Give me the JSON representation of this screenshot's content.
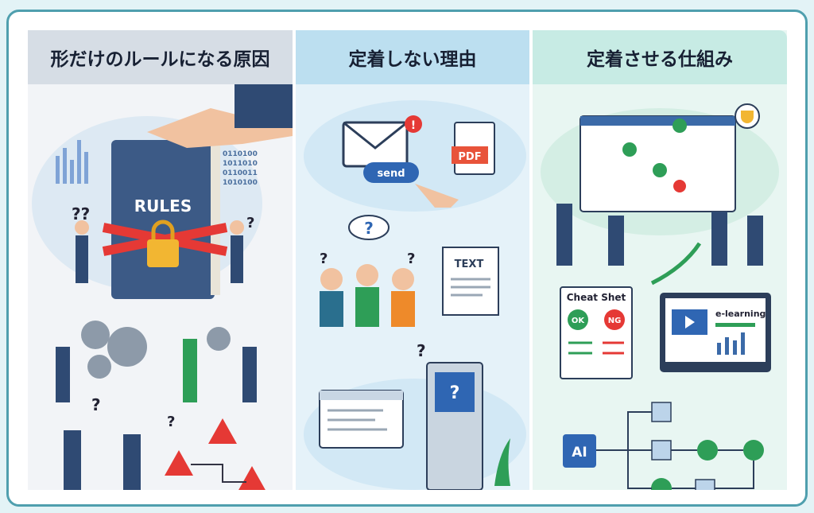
{
  "columns": [
    {
      "title": "形だけのルールになる原因",
      "book_label": "RULES",
      "binary": [
        "0110100",
        "1011010",
        "0110011",
        "1010100"
      ]
    },
    {
      "title": "定着しない理由",
      "send_label": "send",
      "pdf_label": "PDF",
      "text_label": "TEXT",
      "question": "?"
    },
    {
      "title": "定着させる仕組み",
      "cheat_sheet_label": "Cheat Shet",
      "ok_label": "OK",
      "ng_label": "NG",
      "elearning_label": "e-learning",
      "ai_label": "AI"
    }
  ],
  "colors": {
    "frame": "#4f9fae",
    "red": "#e53935",
    "green": "#2e9e57",
    "navy": "#2f4a73"
  }
}
